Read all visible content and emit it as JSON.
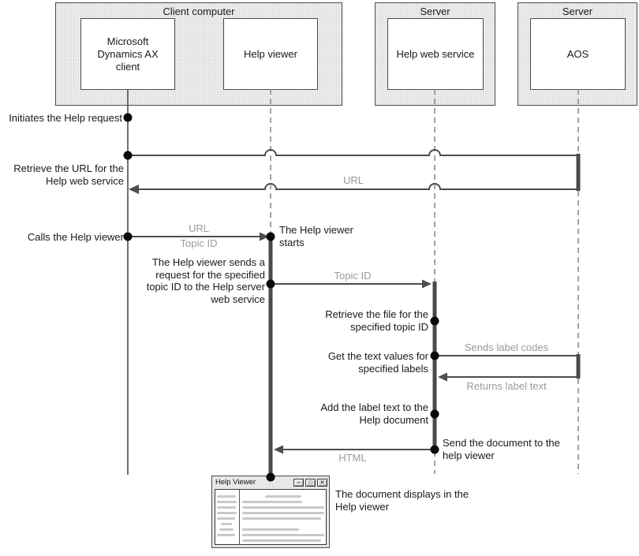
{
  "groups": {
    "client_computer": {
      "label": "Client computer"
    },
    "server_web": {
      "label": "Server"
    },
    "server_aos": {
      "label": "Server"
    }
  },
  "nodes": {
    "ax_client": {
      "label": "Microsoft Dynamics AX client"
    },
    "help_viewer": {
      "label": "Help viewer"
    },
    "help_web_service": {
      "label": "Help web service"
    },
    "aos": {
      "label": "AOS"
    }
  },
  "steps": {
    "initiates": {
      "text": "Initiates the Help request"
    },
    "retrieve_url": {
      "text": "Retrieve the URL for the Help web service"
    },
    "calls_viewer": {
      "text": "Calls the Help viewer"
    },
    "viewer_starts": {
      "text": "The Help viewer starts"
    },
    "viewer_sends": {
      "text": "The Help viewer sends a request for the specified topic ID to the Help server web service"
    },
    "retrieve_file": {
      "text": "Retrieve the file for the specified topic ID"
    },
    "get_text_values": {
      "text": "Get the text values for specified labels"
    },
    "add_label_text": {
      "text": "Add the label text to the Help document"
    },
    "send_document": {
      "text": "Send the document to the help viewer"
    },
    "document_displays": {
      "text": "The document displays in the Help viewer"
    }
  },
  "messages": {
    "url_return": {
      "text": "URL"
    },
    "calls_url": {
      "text": "URL"
    },
    "calls_topic_id": {
      "text": "Topic ID"
    },
    "topic_id": {
      "text": "Topic ID"
    },
    "sends_label_codes": {
      "text": "Sends label codes"
    },
    "returns_label_text": {
      "text": "Returns label text"
    },
    "html": {
      "text": "HTML"
    }
  },
  "help_viewer_window": {
    "title": "Help Viewer",
    "minimize_glyph": "–",
    "maximize_glyph": "□",
    "close_glyph": "✕"
  },
  "colors": {
    "box_border": "#4a4a4a",
    "group_fill": "#efefef",
    "line_dark": "#4d4d4d",
    "lifeline_gray": "#8c8c8c",
    "message_label_gray": "#9a9a9a",
    "dot_black": "#0a0a0a"
  }
}
